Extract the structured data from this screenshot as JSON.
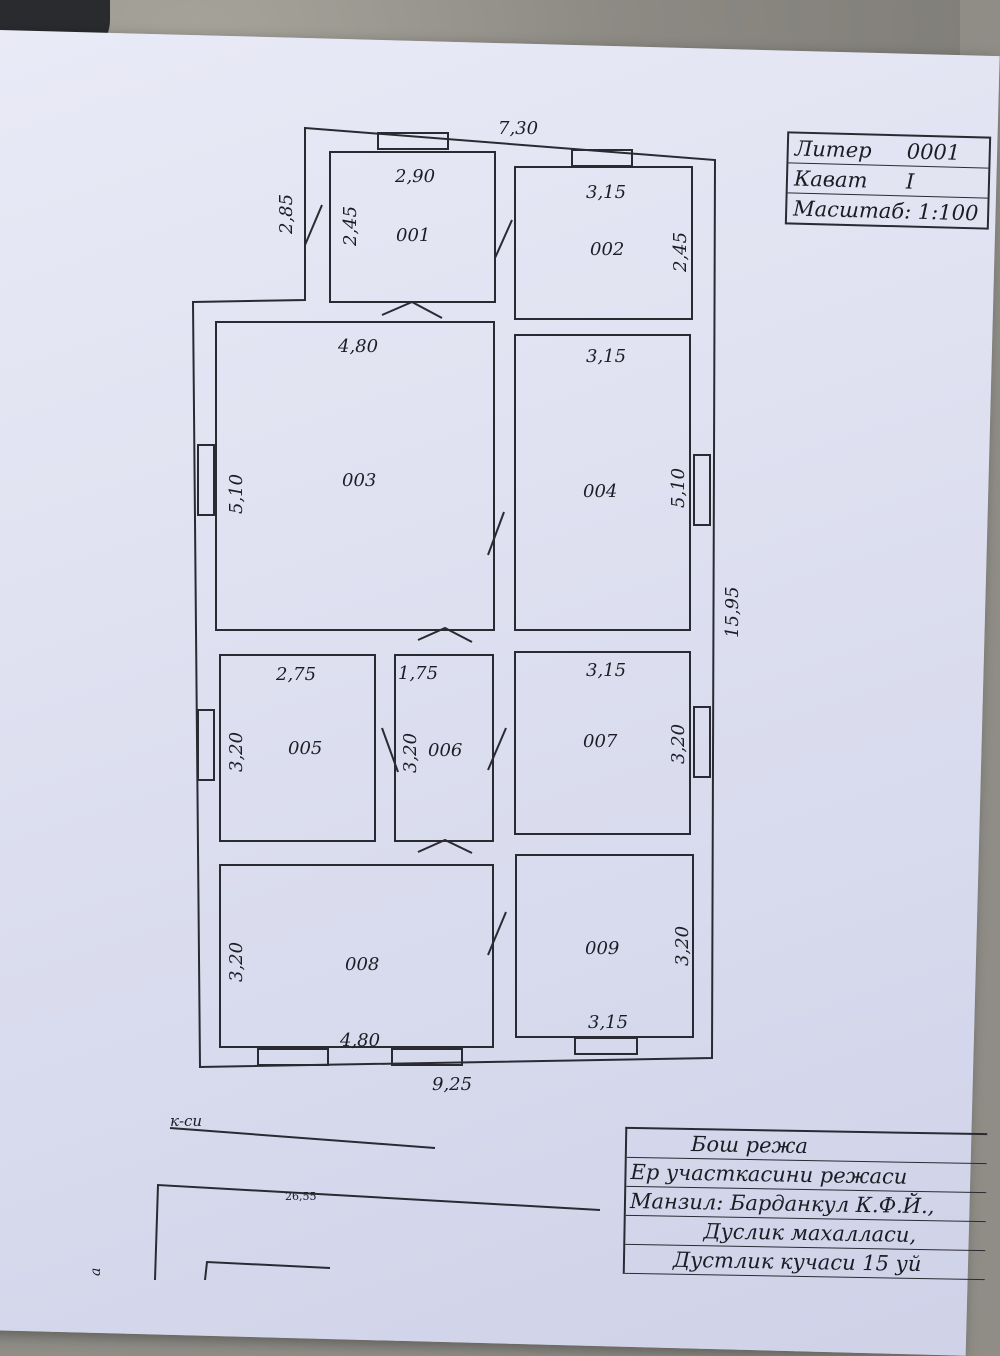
{
  "info": {
    "liter_label": "Литер",
    "liter_value": "0001",
    "floor_label": "Кават",
    "floor_value": "I",
    "scale_label": "Масштаб: 1:100"
  },
  "rooms": {
    "r001": "001",
    "r002": "002",
    "r003": "003",
    "r004": "004",
    "r005": "005",
    "r006": "006",
    "r007": "007",
    "r008": "008",
    "r009": "009"
  },
  "dims": {
    "top_total": "7,30",
    "r001_w": "2,90",
    "r001_h": "2,45",
    "porch_h": "2,85",
    "r002_w": "3,15",
    "r002_h": "2,45",
    "r003_w": "4,80",
    "r003_h": "5,10",
    "r004_w": "3,15",
    "r004_h": "5,10",
    "right_total": "15,95",
    "r005_w": "2,75",
    "r005_h": "3,20",
    "r006_w": "1,75",
    "r006_h": "3,20",
    "r007_w": "3,15",
    "r007_h": "3,20",
    "r008_w": "4,80",
    "r008_h": "3,20",
    "r009_w": "3,15",
    "r009_h": "3,20",
    "bottom_total": "9,25"
  },
  "site": {
    "street": "к-си",
    "site_dim": "26,55",
    "side_label": "а"
  },
  "title_block": {
    "line1": "Бош режа",
    "line2": "Ер участкасини режаси",
    "line3": "Манзил: Барданкул  К.Ф.Й.,",
    "line4": "Дуслик   махалласи,",
    "line5": "Дустлик   кучаси   15 уй"
  }
}
